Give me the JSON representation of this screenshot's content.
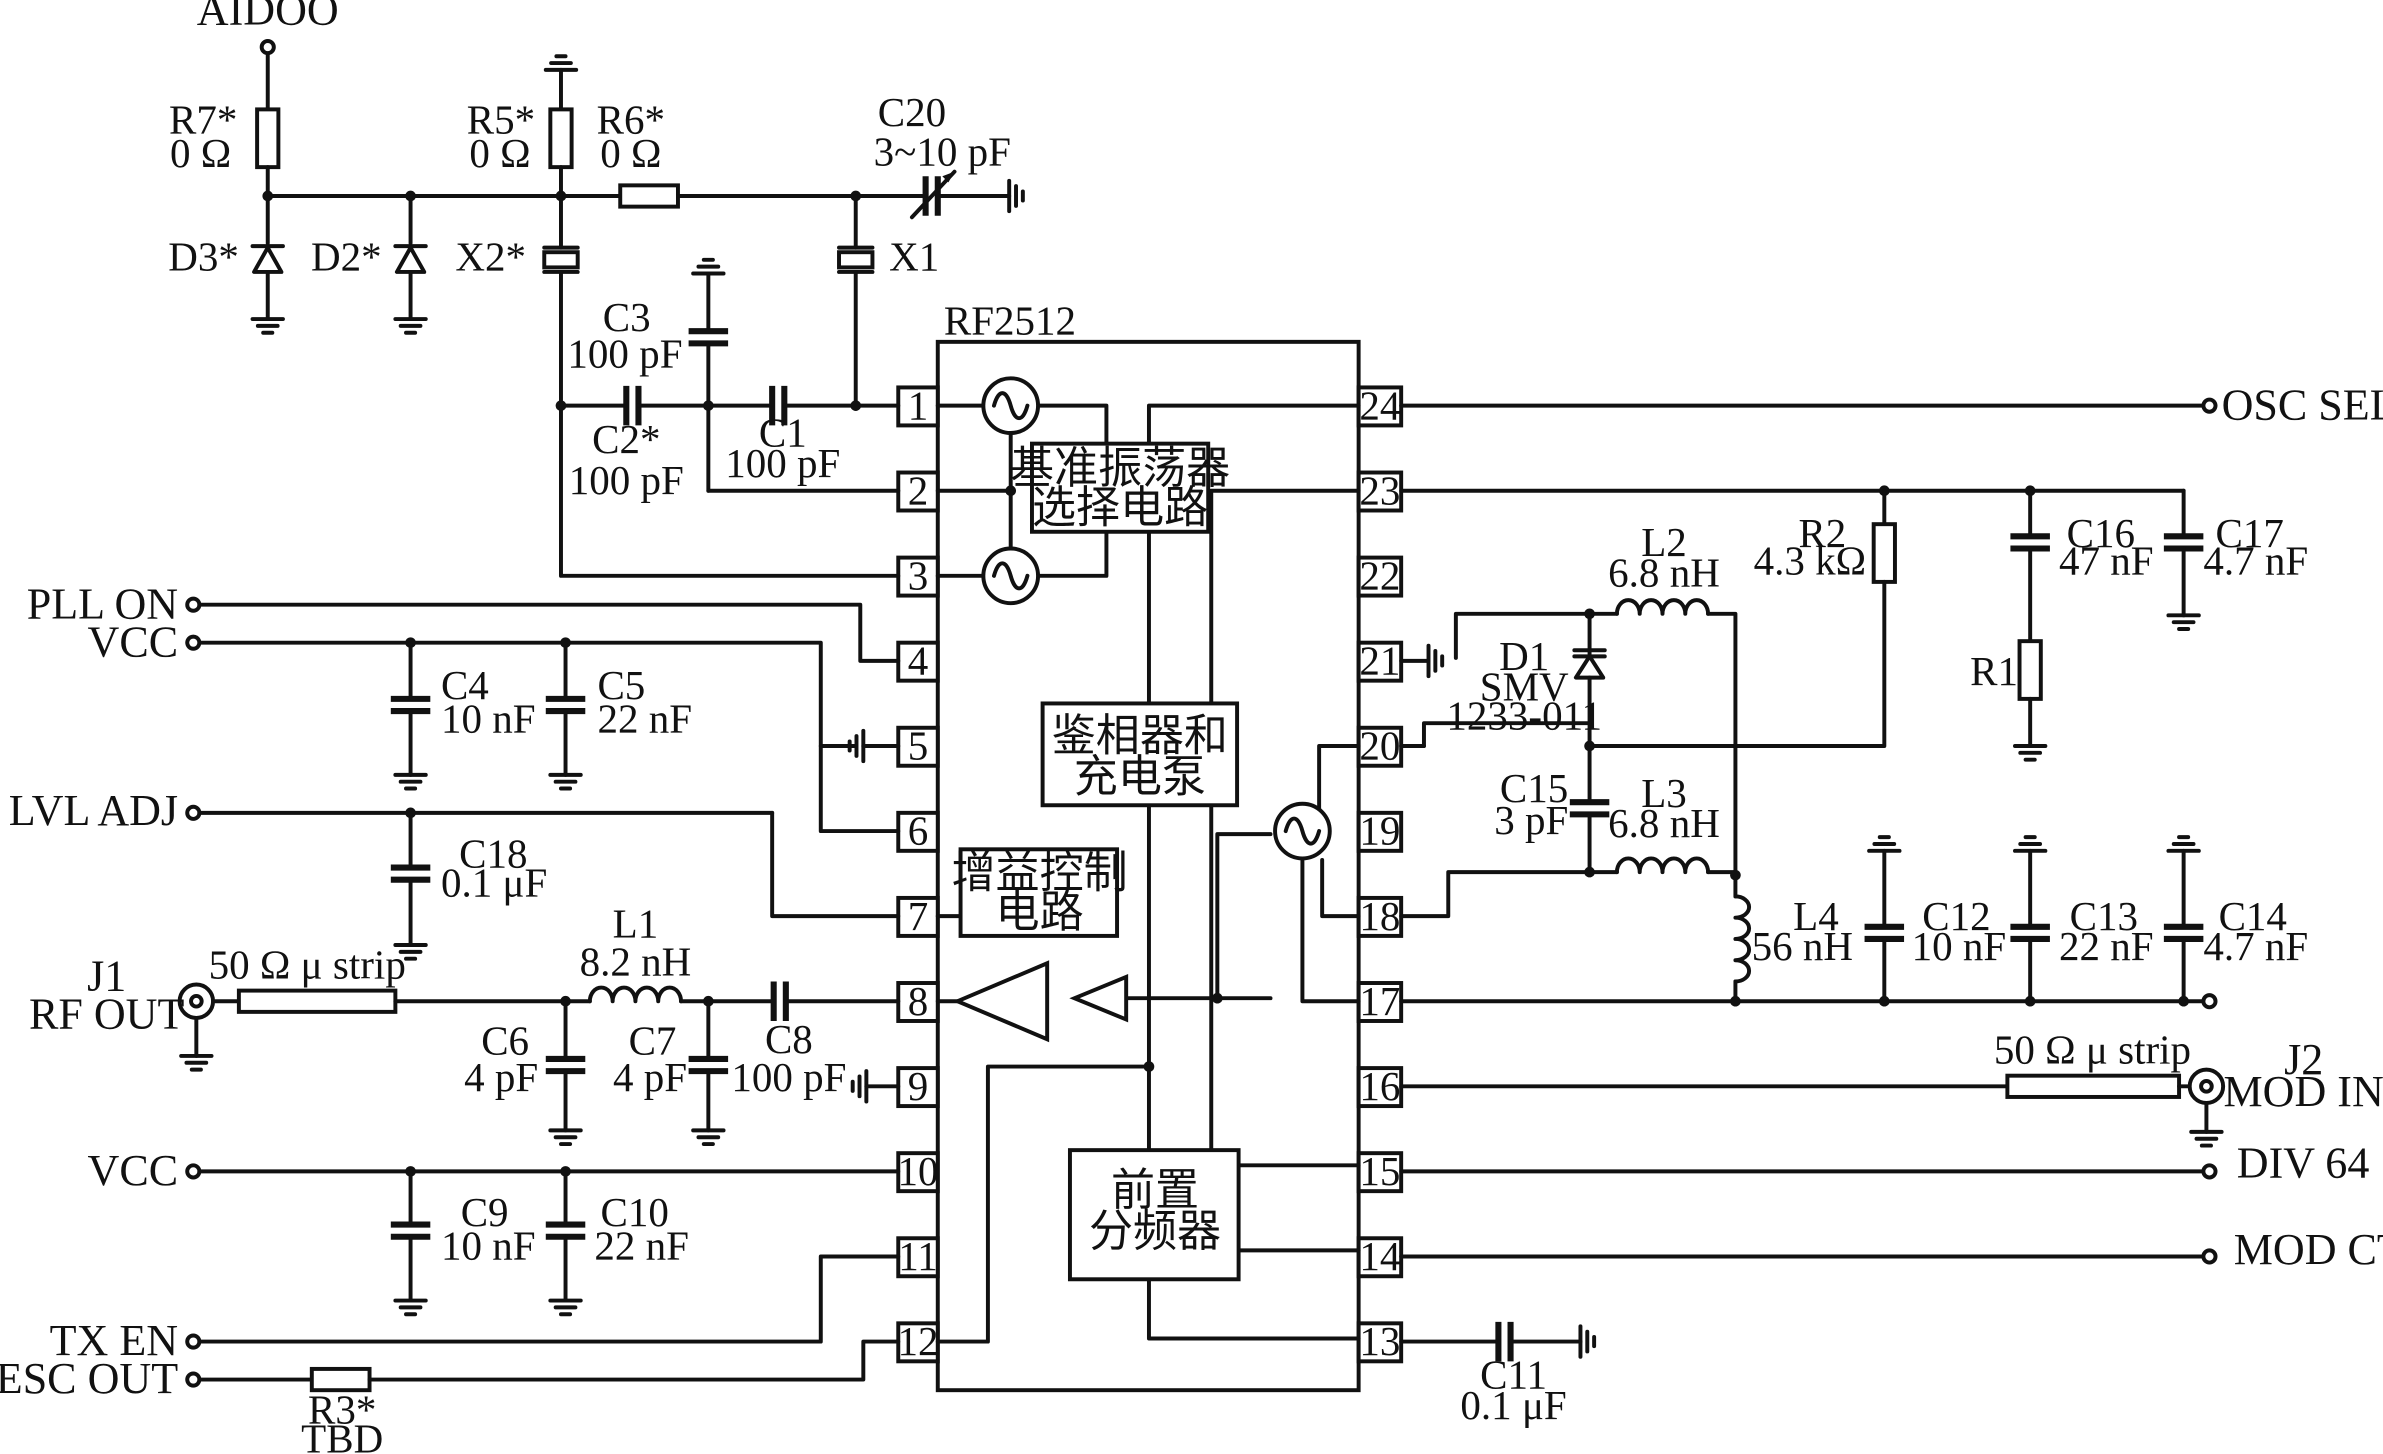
{
  "chip": {
    "name": "RF2512",
    "pins": [
      "1",
      "2",
      "3",
      "4",
      "5",
      "6",
      "7",
      "8",
      "9",
      "10",
      "11",
      "12",
      "13",
      "14",
      "15",
      "16",
      "17",
      "18",
      "19",
      "20",
      "21",
      "22",
      "23",
      "24"
    ]
  },
  "blocks": {
    "ref_osc_select": {
      "line1": "基准振荡器",
      "line2": "选择电路"
    },
    "phase_detector": {
      "line1": "鉴相器和",
      "line2": "充电泵"
    },
    "gain_control": {
      "line1": "增益控制",
      "line2": "电路"
    },
    "prescaler": {
      "line1": "前置",
      "line2": "分频器"
    }
  },
  "ports": {
    "aidoo": "AIDOO",
    "pll_on": "PLL ON",
    "vcc1": "VCC",
    "lvl_adj": "LVL ADJ",
    "j1_ref": "J1",
    "j1_name": "RF OUT",
    "vcc2": "VCC",
    "tx_en": "TX EN",
    "presc_out": "PRESC OUT",
    "osc_sel": "OSC SEL",
    "j2_ref": "J2",
    "j2_name": "MOD IN",
    "div64": "DIV 64",
    "mod_ctl": "MOD CTL"
  },
  "components": {
    "r7": {
      "ref": "R7*",
      "value": "0 Ω"
    },
    "r5": {
      "ref": "R5*",
      "value": "0 Ω"
    },
    "r6": {
      "ref": "R6*",
      "value": "0 Ω"
    },
    "c20": {
      "ref": "C20",
      "value": "3~10 pF"
    },
    "d3": {
      "ref": "D3*"
    },
    "d2": {
      "ref": "D2*"
    },
    "x2": {
      "ref": "X2*"
    },
    "x1": {
      "ref": "X1"
    },
    "c3": {
      "ref": "C3",
      "value": "100 pF"
    },
    "c2": {
      "ref": "C2*",
      "value": "100 pF"
    },
    "c1": {
      "ref": "C1",
      "value": "100 pF"
    },
    "c4": {
      "ref": "C4",
      "value": "10 nF"
    },
    "c5": {
      "ref": "C5",
      "value": "22 nF"
    },
    "c18": {
      "ref": "C18",
      "value": "0.1 μF"
    },
    "strip1": {
      "value": "50 Ω μ strip"
    },
    "l1": {
      "ref": "L1",
      "value": "8.2 nH"
    },
    "c6": {
      "ref": "C6",
      "value": "4 pF"
    },
    "c7": {
      "ref": "C7",
      "value": "4 pF"
    },
    "c8": {
      "ref": "C8",
      "value": "100 pF"
    },
    "c9": {
      "ref": "C9",
      "value": "10 nF"
    },
    "c10": {
      "ref": "C10",
      "value": "22 nF"
    },
    "r3": {
      "ref": "R3*",
      "value": "TBD"
    },
    "c11": {
      "ref": "C11",
      "value": "0.1 μF"
    },
    "r2": {
      "ref": "R2",
      "value": "4.3 kΩ"
    },
    "c16": {
      "ref": "C16",
      "value": "47 nF"
    },
    "c17": {
      "ref": "C17",
      "value": "4.7 nF"
    },
    "r1": {
      "ref": "R1"
    },
    "l2": {
      "ref": "L2",
      "value": "6.8 nH"
    },
    "d1": {
      "ref": "D1",
      "part1": "SMV",
      "part2": "1233-011"
    },
    "c15": {
      "ref": "C15",
      "value": "3 pF"
    },
    "l3": {
      "ref": "L3",
      "value": "6.8 nH"
    },
    "l4": {
      "ref": "L4",
      "value": "56 nH"
    },
    "c12": {
      "ref": "C12",
      "value": "10 nF"
    },
    "c13": {
      "ref": "C13",
      "value": "22 nF"
    },
    "c14": {
      "ref": "C14",
      "value": "4.7 nF"
    },
    "strip2": {
      "value": "50 Ω μ strip"
    }
  }
}
